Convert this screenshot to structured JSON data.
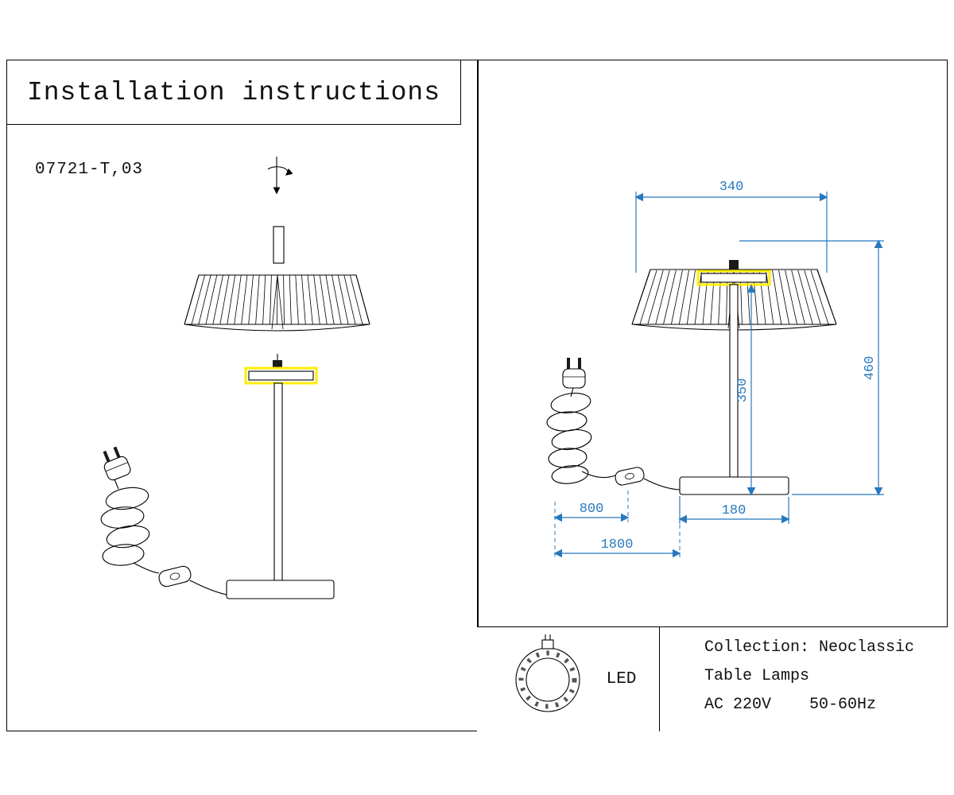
{
  "title": "Installation instructions",
  "left_panel": {
    "model": "07721-T,03"
  },
  "dimensions": {
    "shade_width": "340",
    "total_height": "460",
    "body_height": "350",
    "base_width": "180",
    "cord_to_switch": "800",
    "cord_total": "1800"
  },
  "spec": {
    "led": "LED",
    "collection": "Collection: Neoclassic",
    "category": "Table Lamps",
    "power": "AC 220V    50-60Hz"
  },
  "icons": {
    "rotation": "rotation-arrow-icon",
    "plug": "power-plug-icon",
    "switch": "inline-switch-icon",
    "led_ring": "led-ring-icon"
  },
  "colors": {
    "dimension_blue": "#2878bd",
    "highlight_yellow": "#ffee00",
    "line_black": "#000000"
  }
}
